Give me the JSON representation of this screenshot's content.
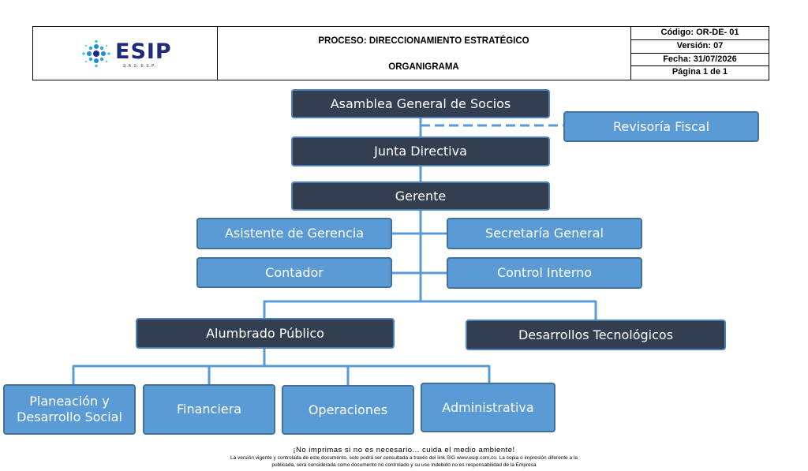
{
  "header": {
    "logo_text": "ESIP",
    "logo_subtext": "S.A.S. E.S.P.",
    "process": "PROCESO: DIRECCIONAMIENTO ESTRATÉGICO",
    "document": "ORGANIGRAMA",
    "meta": [
      "Código: OR-DE- 01",
      "Versión: 07",
      "Fecha: 31/07/2026",
      "Página 1 de 1"
    ]
  },
  "org": {
    "asamblea": "Asamblea General de Socios",
    "revisoria": "Revisoría Fiscal",
    "junta": "Junta Directiva",
    "gerente": "Gerente",
    "asistente": "Asistente de Gerencia",
    "secretaria": "Secretaría General",
    "contador": "Contador",
    "control": "Control Interno",
    "alumbrado": "Alumbrado Público",
    "desarrollos": "Desarrollos Tecnológicos",
    "planeacion": "Planeación y Desarrollo Social",
    "financiera": "Financiera",
    "operaciones": "Operaciones",
    "administrativa": "Administrativa"
  },
  "footer": {
    "line1": "¡No imprimas si no es necesario... cuida el medio ambiente!",
    "line2": "La versión vigente y controlada de este documento, solo podrá ser consultada a través del link SIG www.esip.com.co. La copia o impresión diferente a la",
    "line3": "publicada, será considerada como documento no controlado y su uso indebido no es responsabilidad de la Empresa"
  },
  "colors": {
    "dark_box": "#333f50",
    "light_box": "#5b9bd5",
    "connector": "#5b9bd5",
    "logo": "#1f2a7a"
  }
}
